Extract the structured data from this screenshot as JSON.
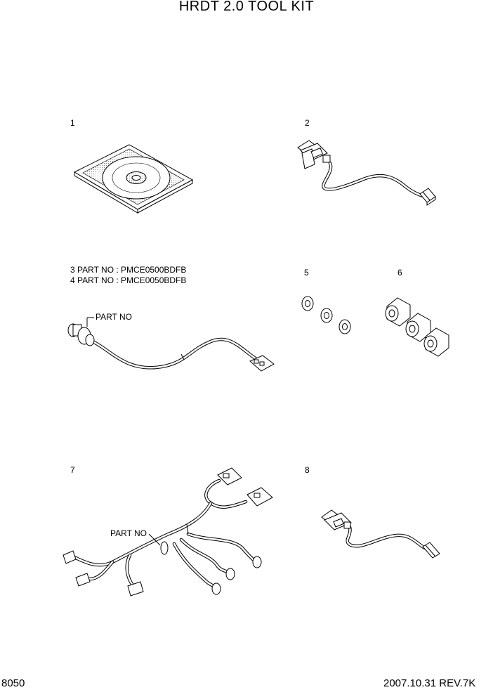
{
  "title": "HRDT 2.0 TOOL KIT",
  "items": {
    "i1": "1",
    "i2": "2",
    "i3": "3  PART NO : PMCE0500BDFB",
    "i4": "4  PART NO : PMCE0050BDFB",
    "i5": "5",
    "i6": "6",
    "i7": "7",
    "i8": "8"
  },
  "callouts": {
    "sensor_part_no": "PART NO",
    "harness_part_no": "PART NO"
  },
  "footer": {
    "page_number": "8050",
    "date_rev": "2007.10.31  REV.7K"
  }
}
